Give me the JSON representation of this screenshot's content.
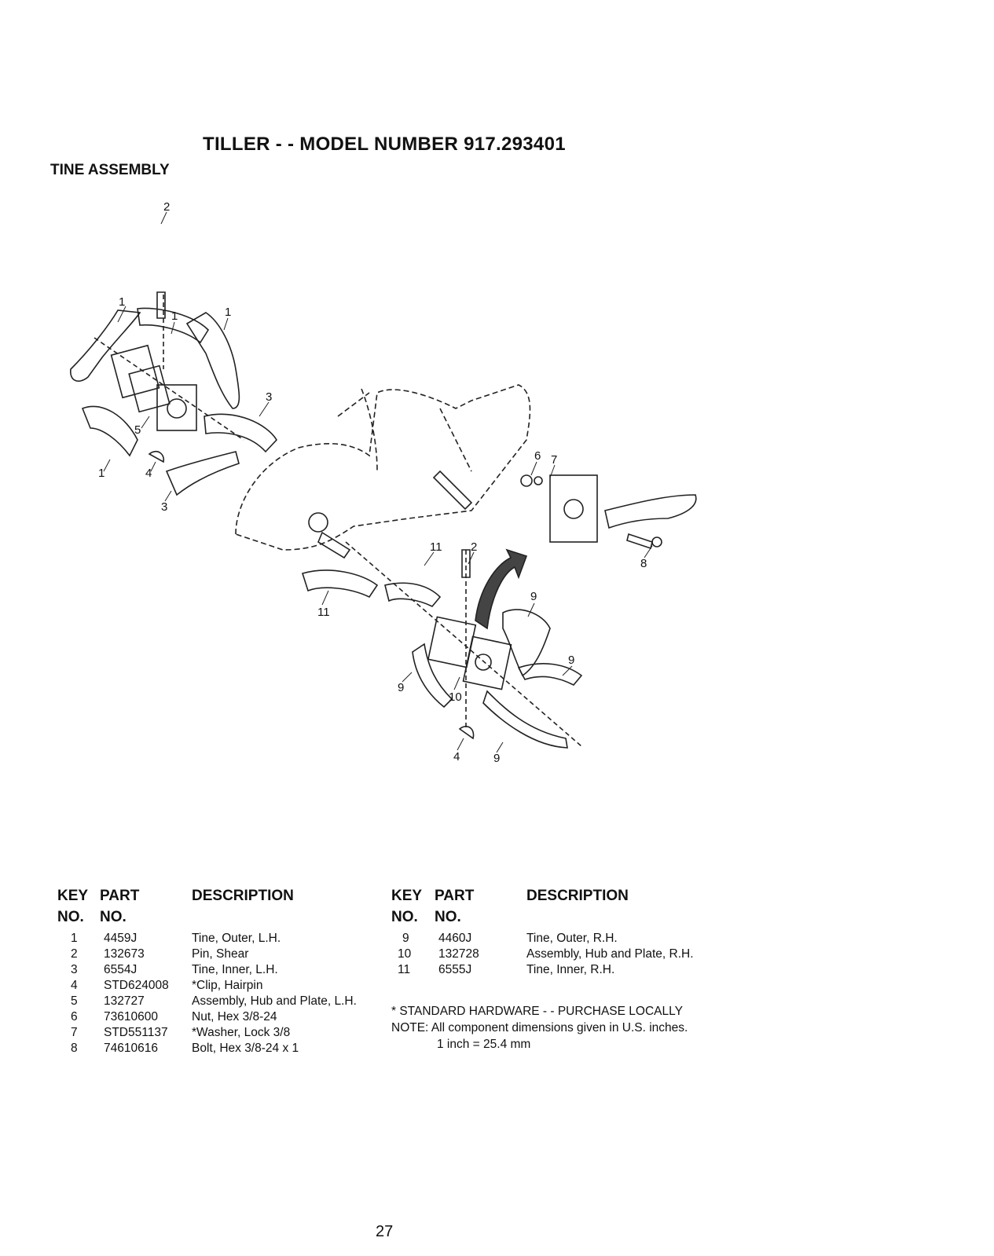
{
  "page": {
    "title": "TILLER - - MODEL NUMBER 917.293401",
    "section": "TINE ASSEMBLY",
    "page_number": "27"
  },
  "diagram": {
    "callouts": [
      "1",
      "2",
      "1",
      "1",
      "3",
      "5",
      "1",
      "4",
      "3",
      "6",
      "7",
      "8",
      "11",
      "2",
      "11",
      "9",
      "9",
      "9",
      "10",
      "4",
      "9"
    ]
  },
  "parts_table": {
    "headers": {
      "key_top": "KEY",
      "key_bottom": "NO.",
      "part_top": "PART",
      "part_bottom": "NO.",
      "description": "DESCRIPTION"
    },
    "left_rows": [
      {
        "key": "1",
        "part": "4459J",
        "desc": "Tine, Outer, L.H."
      },
      {
        "key": "2",
        "part": "132673",
        "desc": "Pin, Shear"
      },
      {
        "key": "3",
        "part": "6554J",
        "desc": "Tine, Inner, L.H."
      },
      {
        "key": "4",
        "part": "STD624008",
        "desc": "*Clip, Hairpin"
      },
      {
        "key": "5",
        "part": "132727",
        "desc": "Assembly, Hub and Plate, L.H."
      },
      {
        "key": "6",
        "part": "73610600",
        "desc": "Nut, Hex 3/8-24"
      },
      {
        "key": "7",
        "part": "STD551137",
        "desc": "*Washer, Lock 3/8"
      },
      {
        "key": "8",
        "part": "74610616",
        "desc": "Bolt, Hex 3/8-24 x 1"
      }
    ],
    "right_rows": [
      {
        "key": "9",
        "part": "4460J",
        "desc": "Tine, Outer, R.H."
      },
      {
        "key": "10",
        "part": "132728",
        "desc": "Assembly, Hub and Plate, R.H."
      },
      {
        "key": "11",
        "part": "6555J",
        "desc": "Tine, Inner, R.H."
      }
    ]
  },
  "notes": {
    "standard_hardware": "* STANDARD HARDWARE - - PURCHASE LOCALLY",
    "dimensions": "NOTE: All component dimensions given in U.S. inches.",
    "conversion": "1 inch = 25.4 mm"
  }
}
